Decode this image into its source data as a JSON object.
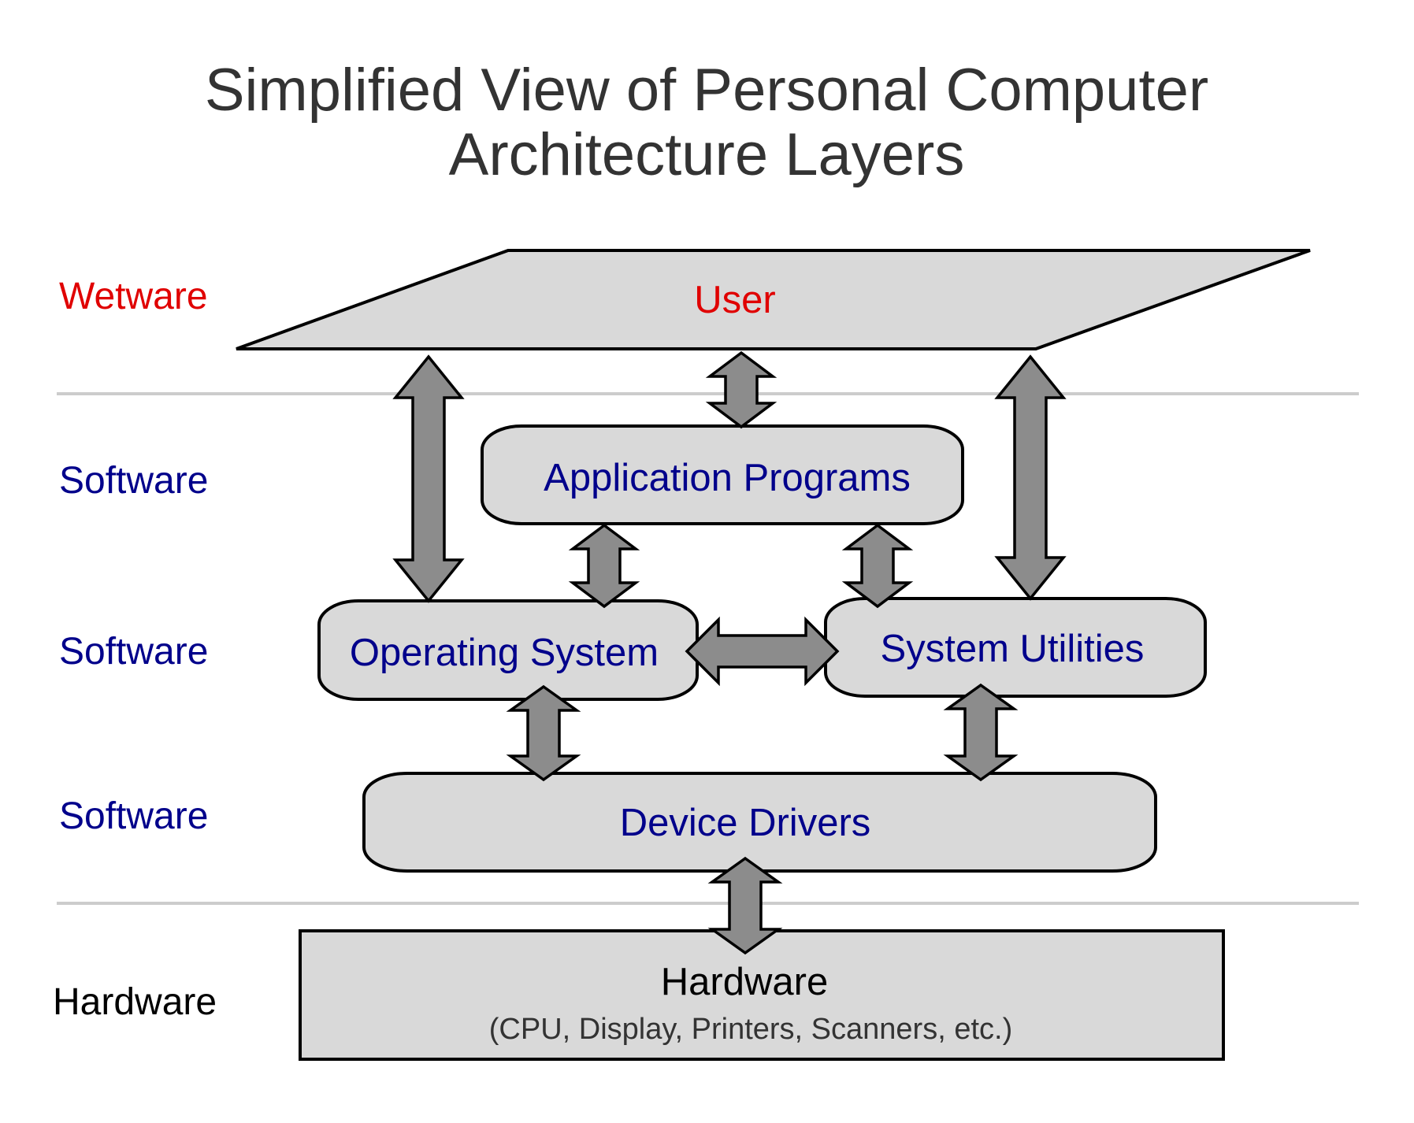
{
  "title": {
    "line1": "Simplified View of Personal Computer",
    "line2": "Architecture Layers"
  },
  "layer_labels": {
    "wetware": "Wetware",
    "software_1": "Software",
    "software_2": "Software",
    "software_3": "Software",
    "hardware": "Hardware"
  },
  "boxes": {
    "user": "User",
    "application_programs": "Application Programs",
    "operating_system": "Operating System",
    "system_utilities": "System Utilities",
    "device_drivers": "Device Drivers",
    "hardware": "Hardware",
    "hardware_detail": "(CPU, Display, Printers, Scanners, etc.)"
  },
  "colors": {
    "wetware": "#e00000",
    "software": "#00008b",
    "hardware_label": "#000000",
    "hardware_detail": "#333333",
    "box_fill": "#d9d9d9",
    "arrow_fill": "#8c8c8c",
    "separator": "#cccccc"
  }
}
